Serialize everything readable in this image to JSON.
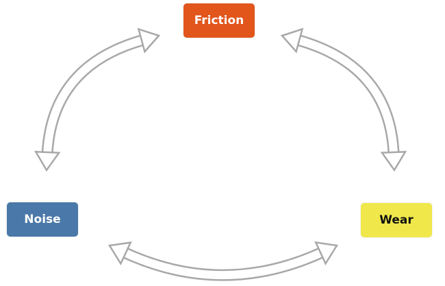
{
  "nodes": {
    "friction": {
      "label": "Friction",
      "color": "#e2551b"
    },
    "noise": {
      "label": "Noise",
      "color": "#4a78a8"
    },
    "wear": {
      "label": "Wear",
      "color": "#f0e84a"
    }
  },
  "arrow_color": "#a8a8a8",
  "relations": [
    {
      "from": "Friction",
      "to": "Noise",
      "type": "bidirectional"
    },
    {
      "from": "Friction",
      "to": "Wear",
      "type": "bidirectional"
    },
    {
      "from": "Noise",
      "to": "Wear",
      "type": "bidirectional"
    }
  ]
}
